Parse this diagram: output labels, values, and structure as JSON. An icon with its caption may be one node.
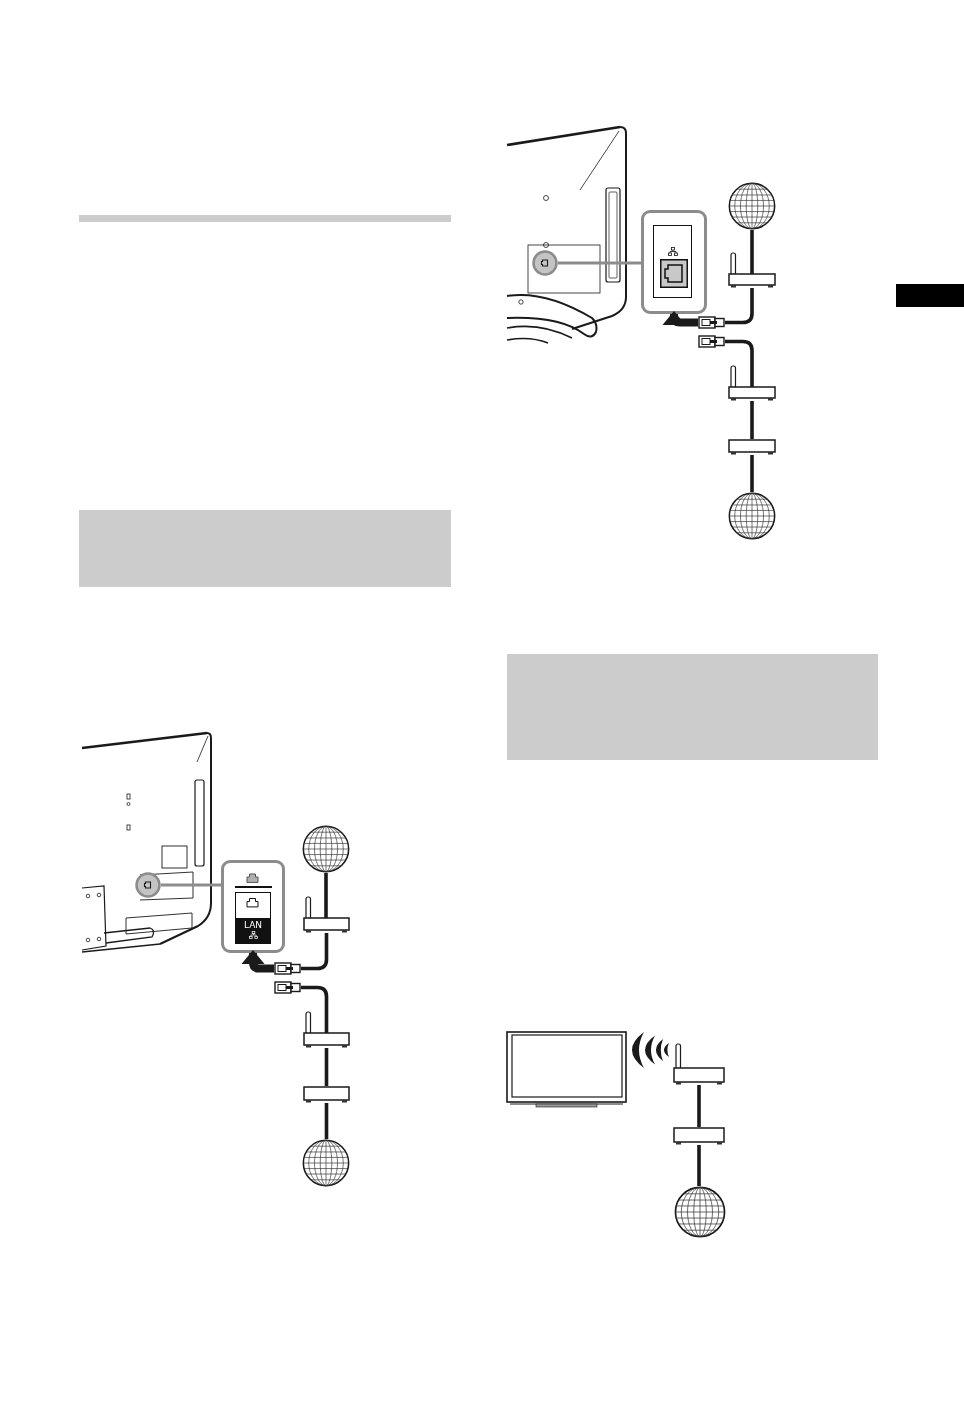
{
  "diagram": {
    "nodes": [
      {
        "text": [],
        "shape": "bar"
      },
      {
        "text": [],
        "shape": "picture"
      },
      {
        "text": [],
        "shape": "circle",
        "in": 1
      },
      {
        "text": [
          "LAN"
        ]
      },
      {
        "text": [],
        "shape": "globe"
      },
      {
        "text": [],
        "shape": "router"
      },
      {
        "text": [],
        "shape": "plug"
      },
      {
        "text": [],
        "shape": "plug"
      },
      {
        "text": [],
        "shape": "router"
      },
      {
        "text": [],
        "shape": "box"
      },
      {
        "text": [],
        "shape": "globe"
      },
      {
        "text": [],
        "shape": "picture"
      },
      {
        "text": [],
        "shape": "circle",
        "in": 11
      },
      {
        "text": [],
        "shape": "box"
      },
      {
        "text": [],
        "shape": "globe"
      },
      {
        "text": [],
        "shape": "router"
      },
      {
        "text": [],
        "shape": "plug"
      },
      {
        "text": [],
        "shape": "plug"
      },
      {
        "text": [],
        "shape": "router"
      },
      {
        "text": [],
        "shape": "box"
      },
      {
        "text": [],
        "shape": "globe"
      },
      {
        "text": [],
        "shape": "bar"
      },
      {
        "text": [],
        "shape": "picture"
      },
      {
        "text": [],
        "shape": "router"
      },
      {
        "text": [],
        "shape": "box"
      },
      {
        "text": [],
        "shape": "globe"
      }
    ],
    "edges": [
      {
        "from": 2,
        "to": 3,
        "arrow": "none",
        "color": "#8c8c8c"
      },
      {
        "from": 6,
        "to": 3,
        "arrow": "to",
        "style": "thick"
      },
      {
        "from": 4,
        "to": 5,
        "arrow": "none"
      },
      {
        "from": 5,
        "to": 6,
        "arrow": "none"
      },
      {
        "from": 7,
        "to": 8,
        "arrow": "none"
      },
      {
        "from": 8,
        "to": 9,
        "arrow": "none"
      },
      {
        "from": 9,
        "to": 10,
        "arrow": "none"
      },
      {
        "from": 12,
        "to": 13,
        "arrow": "none",
        "color": "#8c8c8c"
      },
      {
        "from": 16,
        "to": 13,
        "arrow": "to",
        "style": "thick"
      },
      {
        "from": 14,
        "to": 15,
        "arrow": "none"
      },
      {
        "from": 15,
        "to": 16,
        "arrow": "none"
      },
      {
        "from": 17,
        "to": 18,
        "arrow": "none"
      },
      {
        "from": 18,
        "to": 19,
        "arrow": "none"
      },
      {
        "from": 19,
        "to": 20,
        "arrow": "none"
      },
      {
        "from": 23,
        "to": 24,
        "arrow": "none"
      },
      {
        "from": 24,
        "to": 25,
        "arrow": "none"
      }
    ]
  }
}
